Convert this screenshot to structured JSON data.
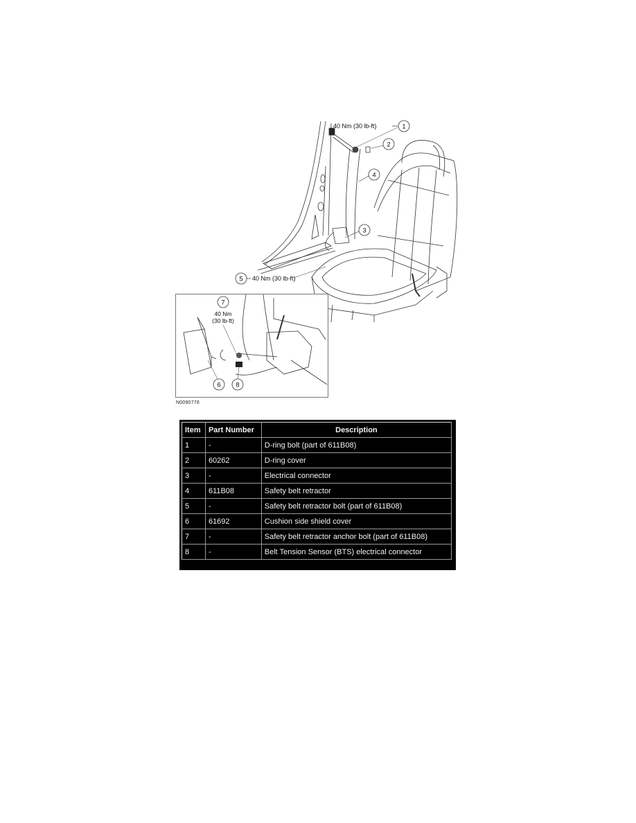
{
  "figure": {
    "id_label": "N0090776",
    "callouts": [
      {
        "num": "1",
        "text": "40 Nm (30 lb-ft)"
      },
      {
        "num": "2",
        "text": ""
      },
      {
        "num": "3",
        "text": ""
      },
      {
        "num": "4",
        "text": ""
      },
      {
        "num": "5",
        "text": "40 Nm (30 lb-ft)"
      },
      {
        "num": "6",
        "text": ""
      },
      {
        "num": "7",
        "text_line1": "40 Nm",
        "text_line2": "(30 lb-ft)"
      },
      {
        "num": "8",
        "text": ""
      }
    ]
  },
  "table": {
    "headers": [
      "Item",
      "Part Number",
      "Description"
    ],
    "rows": [
      {
        "item": "1",
        "part": "-",
        "desc": "D-ring bolt (part of 611B08)"
      },
      {
        "item": "2",
        "part": "60262",
        "desc": "D-ring cover"
      },
      {
        "item": "3",
        "part": "-",
        "desc": "Electrical connector"
      },
      {
        "item": "4",
        "part": "611B08",
        "desc": "Safety belt retractor"
      },
      {
        "item": "5",
        "part": "-",
        "desc": "Safety belt retractor bolt (part of 611B08)"
      },
      {
        "item": "6",
        "part": "61692",
        "desc": "Cushion side shield cover"
      },
      {
        "item": "7",
        "part": "-",
        "desc": "Safety belt retractor anchor bolt (part of 611B08)"
      },
      {
        "item": "8",
        "part": "-",
        "desc": "Belt Tension Sensor (BTS) electrical connector"
      }
    ]
  }
}
